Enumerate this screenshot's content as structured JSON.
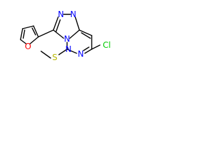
{
  "molecule": {
    "atoms": {
      "O_furan": {
        "text": "O",
        "color": "#ff0000"
      },
      "N1": {
        "text": "N",
        "color": "#0000ff"
      },
      "N2": {
        "text": "N",
        "color": "#0000ff"
      },
      "N_ring": {
        "text": "N",
        "color": "#0000ff"
      },
      "N5": {
        "text": "N",
        "color": "#0000ff"
      },
      "N7": {
        "text": "N",
        "color": "#0000ff"
      },
      "S": {
        "text": "S",
        "color": "#b8b800"
      },
      "Cl": {
        "text": "Cl",
        "color": "#00cc00"
      }
    },
    "bond_color": "#000000"
  }
}
